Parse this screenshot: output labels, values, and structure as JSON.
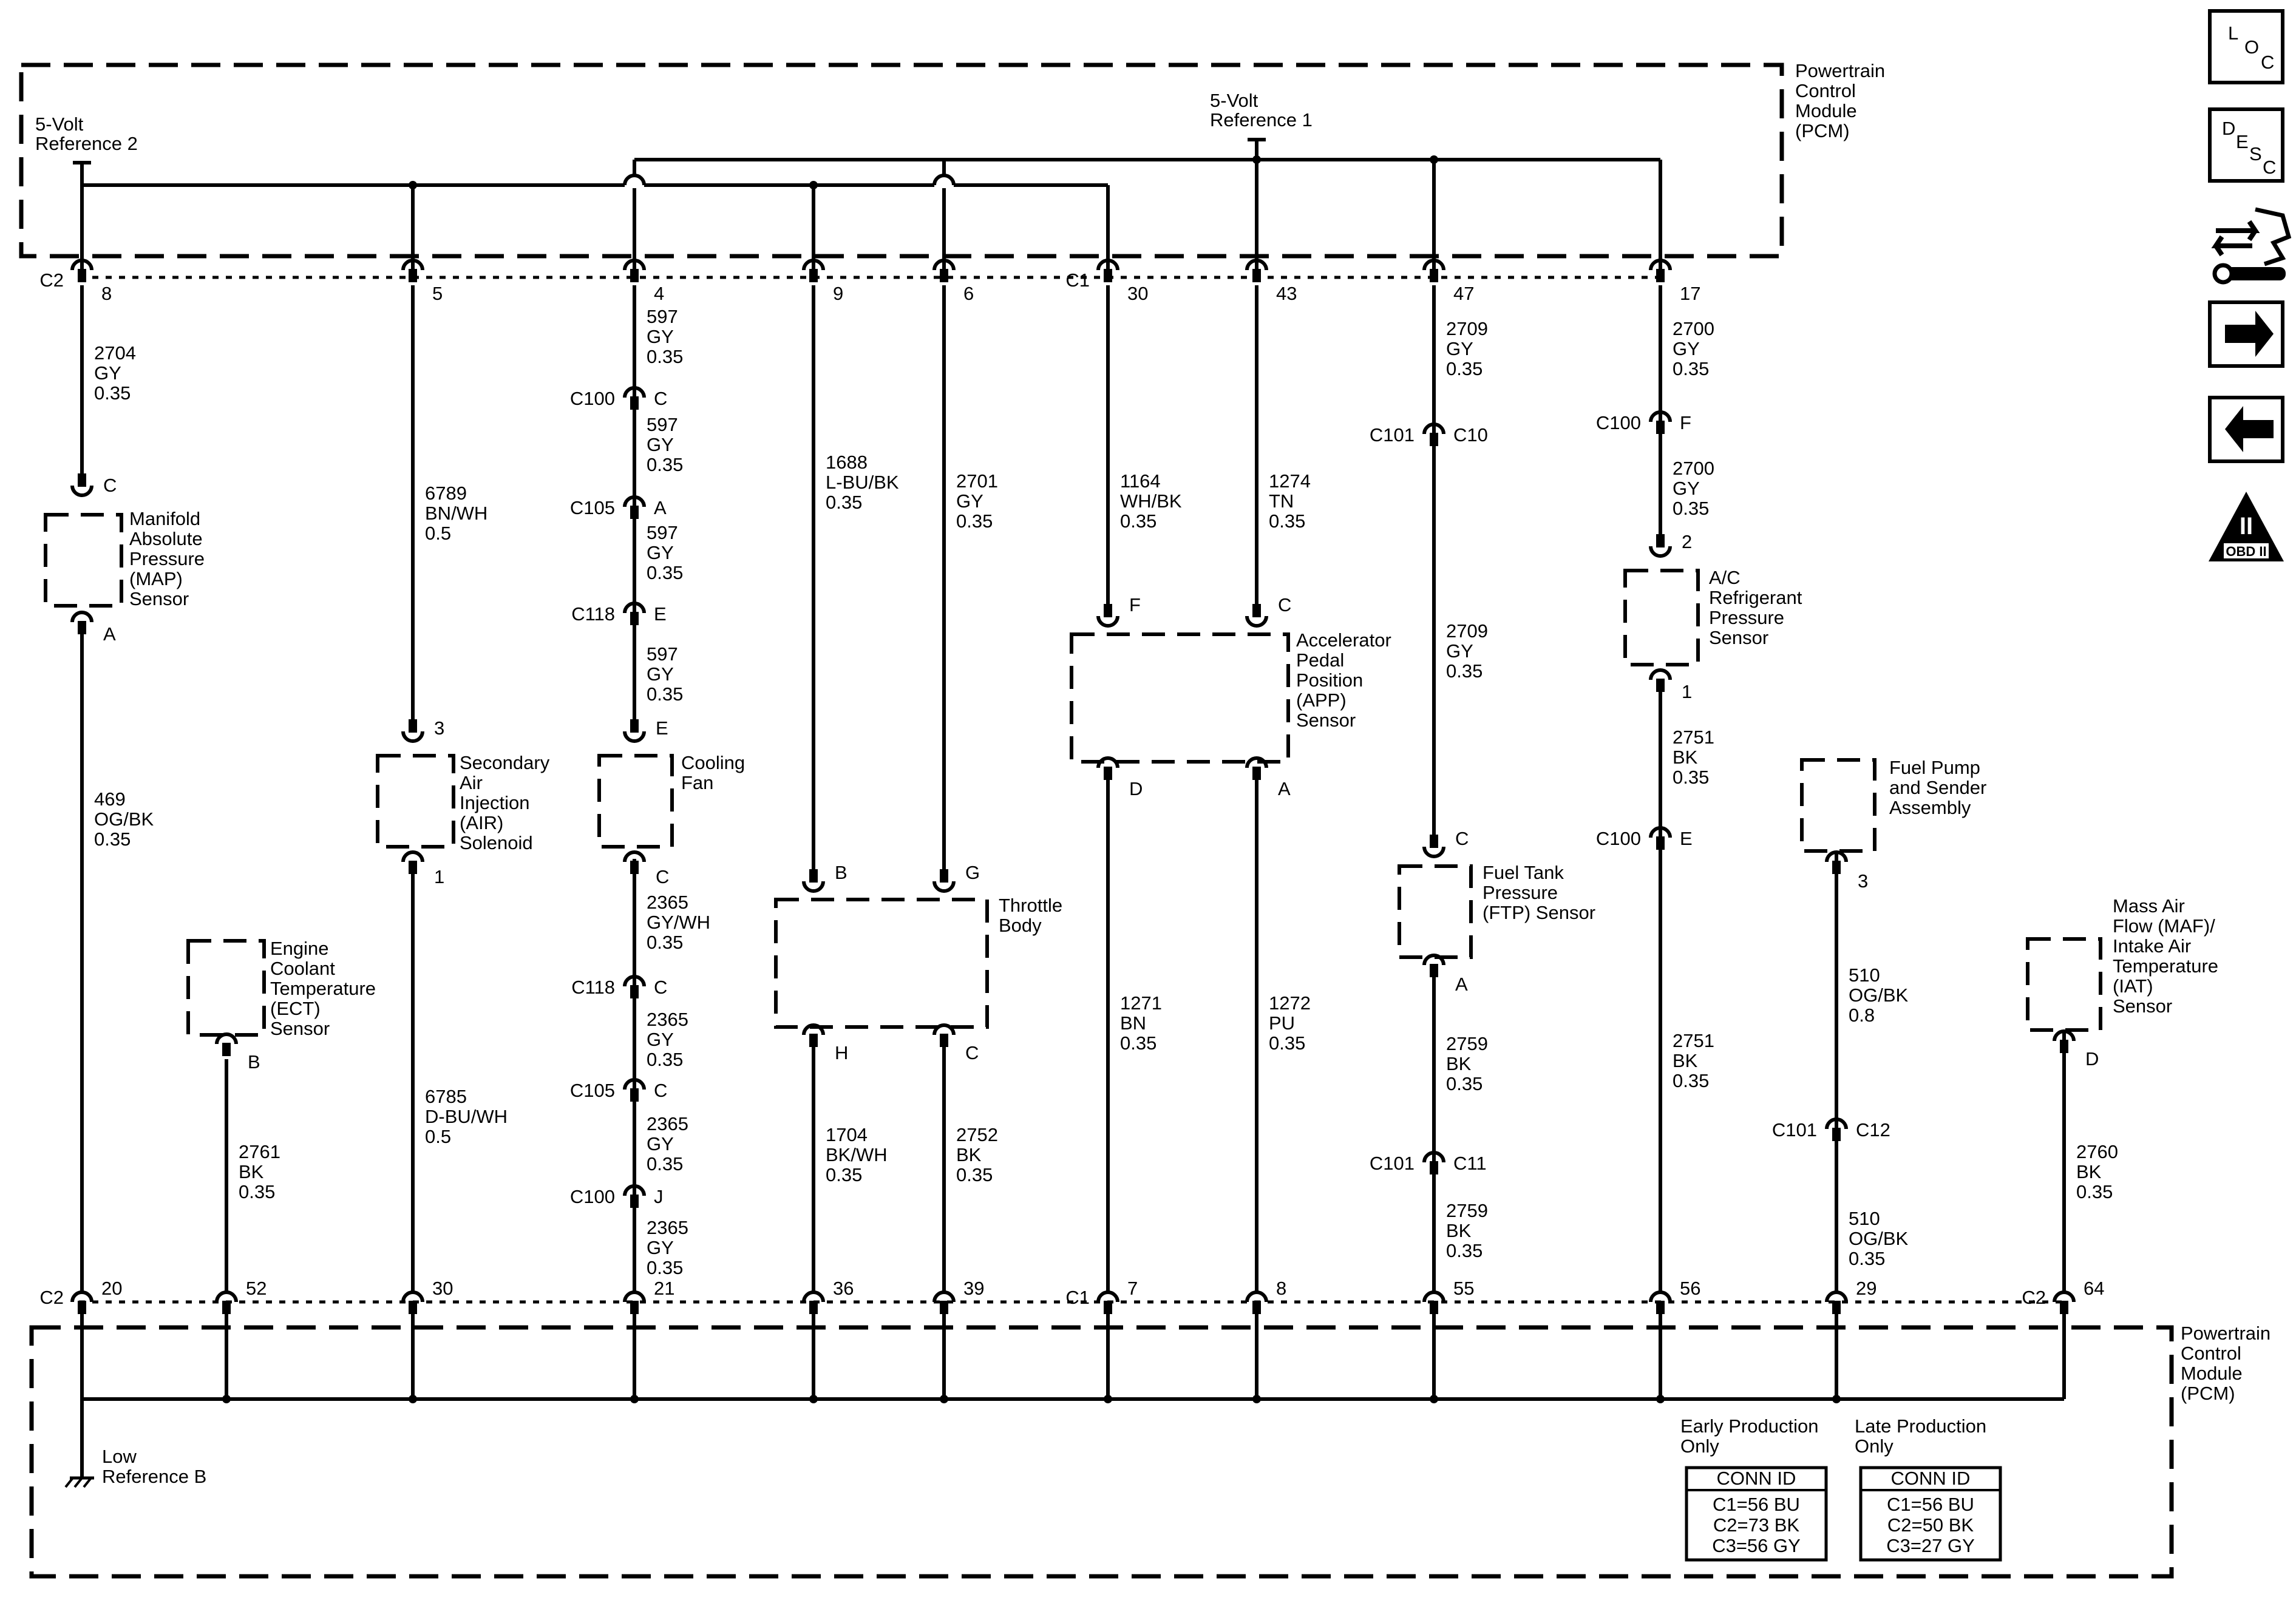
{
  "pcm_top": {
    "name": "Powertrain Control Module (PCM)",
    "lines": [
      "Powertrain",
      "Control",
      "Module",
      "(PCM)"
    ],
    "ref2_lines": [
      "5-Volt",
      "Reference 2"
    ],
    "ref1_lines": [
      "5-Volt",
      "Reference 1"
    ]
  },
  "pcm_bottom": {
    "lines": [
      "Powertrain",
      "Control",
      "Module",
      "(PCM)"
    ],
    "low_ref_lines": [
      "Low",
      "Reference B"
    ]
  },
  "top_pins": [
    {
      "conn": "C2",
      "pin": "8"
    },
    {
      "conn": "",
      "pin": "5"
    },
    {
      "conn": "",
      "pin": "4"
    },
    {
      "conn": "",
      "pin": "9"
    },
    {
      "conn": "",
      "pin": "6"
    },
    {
      "conn": "C1",
      "pin": "30"
    },
    {
      "conn": "",
      "pin": "43"
    },
    {
      "conn": "",
      "pin": "47"
    },
    {
      "conn": "",
      "pin": "17"
    }
  ],
  "bottom_pins": [
    {
      "conn": "C2",
      "pin": "20"
    },
    {
      "conn": "",
      "pin": "52"
    },
    {
      "conn": "",
      "pin": "30"
    },
    {
      "conn": "",
      "pin": "21"
    },
    {
      "conn": "",
      "pin": "36"
    },
    {
      "conn": "",
      "pin": "39"
    },
    {
      "conn": "C1",
      "pin": "7"
    },
    {
      "conn": "",
      "pin": "8"
    },
    {
      "conn": "",
      "pin": "55"
    },
    {
      "conn": "",
      "pin": "56"
    },
    {
      "conn": "",
      "pin": "29"
    },
    {
      "conn": "C2",
      "pin": "64"
    }
  ],
  "components": {
    "map": {
      "lines": [
        "Manifold",
        "Absolute",
        "Pressure",
        "(MAP)",
        "Sensor"
      ],
      "pin_top": "C",
      "pin_bottom": "A"
    },
    "ect": {
      "lines": [
        "Engine",
        "Coolant",
        "Temperature",
        "(ECT)",
        "Sensor"
      ],
      "pin_bottom": "B"
    },
    "air": {
      "lines": [
        "Secondary",
        "Air",
        "Injection",
        "(AIR)",
        "Solenoid"
      ],
      "pin_top": "3",
      "pin_bottom": "1"
    },
    "fan": {
      "lines": [
        "Cooling",
        "Fan"
      ],
      "pin_top": "E",
      "pin_bottom": "C"
    },
    "throttle": {
      "lines": [
        "Throttle",
        "Body"
      ],
      "pins_top": [
        "B",
        "G"
      ],
      "pins_bottom": [
        "H",
        "C"
      ]
    },
    "app": {
      "lines": [
        "Accelerator",
        "Pedal",
        "Position",
        "(APP)",
        "Sensor"
      ],
      "pins_top": [
        "F",
        "C"
      ],
      "pins_bottom": [
        "D",
        "A"
      ]
    },
    "ftp": {
      "lines": [
        "Fuel Tank",
        "Pressure",
        "(FTP) Sensor"
      ],
      "pin_top": "C",
      "pin_bottom": "A"
    },
    "ac": {
      "lines": [
        "A/C",
        "Refrigerant",
        "Pressure",
        "Sensor"
      ],
      "pin_top": "2",
      "pin_bottom": "1"
    },
    "fuelpump": {
      "lines": [
        "Fuel Pump",
        "and Sender",
        "Assembly"
      ],
      "pin_bottom": "3"
    },
    "maf": {
      "lines": [
        "Mass Air",
        "Flow (MAF)/",
        "Intake Air",
        "Temperature",
        "(IAT)",
        "Sensor"
      ],
      "pin_bottom": "D"
    }
  },
  "inline_connectors": [
    {
      "id": "c100_597",
      "name": "C100",
      "pin": "C"
    },
    {
      "id": "c105_597",
      "name": "C105",
      "pin": "A"
    },
    {
      "id": "c118_597",
      "name": "C118",
      "pin": "E"
    },
    {
      "id": "c118_2365",
      "name": "C118",
      "pin": "C"
    },
    {
      "id": "c105_2365",
      "name": "C105",
      "pin": "C"
    },
    {
      "id": "c100_2365",
      "name": "C100",
      "pin": "J"
    },
    {
      "id": "c101_2709",
      "name": "C101",
      "pin": "C10"
    },
    {
      "id": "c100_2700",
      "name": "C100",
      "pin": "F"
    },
    {
      "id": "c101_2759",
      "name": "C101",
      "pin": "C11"
    },
    {
      "id": "c100_2751",
      "name": "C100",
      "pin": "E"
    },
    {
      "id": "c101_510",
      "name": "C101",
      "pin": "C12"
    }
  ],
  "wires": [
    {
      "id": "w2704",
      "lines": [
        "2704",
        "GY",
        "0.35"
      ]
    },
    {
      "id": "w469",
      "lines": [
        "469",
        "OG/BK",
        "0.35"
      ]
    },
    {
      "id": "w2761",
      "lines": [
        "2761",
        "BK",
        "0.35"
      ]
    },
    {
      "id": "w6789",
      "lines": [
        "6789",
        "BN/WH",
        "0.5"
      ]
    },
    {
      "id": "w6785",
      "lines": [
        "6785",
        "D-BU/WH",
        "0.5"
      ]
    },
    {
      "id": "w597a",
      "lines": [
        "597",
        "GY",
        "0.35"
      ]
    },
    {
      "id": "w597b",
      "lines": [
        "597",
        "GY",
        "0.35"
      ]
    },
    {
      "id": "w597c",
      "lines": [
        "597",
        "GY",
        "0.35"
      ]
    },
    {
      "id": "w597d",
      "lines": [
        "597",
        "GY",
        "0.35"
      ]
    },
    {
      "id": "w2365a",
      "lines": [
        "2365",
        "GY/WH",
        "0.35"
      ]
    },
    {
      "id": "w2365b",
      "lines": [
        "2365",
        "GY",
        "0.35"
      ]
    },
    {
      "id": "w2365c",
      "lines": [
        "2365",
        "GY",
        "0.35"
      ]
    },
    {
      "id": "w2365d",
      "lines": [
        "2365",
        "GY",
        "0.35"
      ]
    },
    {
      "id": "w1688",
      "lines": [
        "1688",
        "L-BU/BK",
        "0.35"
      ]
    },
    {
      "id": "w1704",
      "lines": [
        "1704",
        "BK/WH",
        "0.35"
      ]
    },
    {
      "id": "w2701",
      "lines": [
        "2701",
        "GY",
        "0.35"
      ]
    },
    {
      "id": "w2752",
      "lines": [
        "2752",
        "BK",
        "0.35"
      ]
    },
    {
      "id": "w1164",
      "lines": [
        "1164",
        "WH/BK",
        "0.35"
      ]
    },
    {
      "id": "w1271",
      "lines": [
        "1271",
        "BN",
        "0.35"
      ]
    },
    {
      "id": "w1274",
      "lines": [
        "1274",
        "TN",
        "0.35"
      ]
    },
    {
      "id": "w1272",
      "lines": [
        "1272",
        "PU",
        "0.35"
      ]
    },
    {
      "id": "w2709a",
      "lines": [
        "2709",
        "GY",
        "0.35"
      ]
    },
    {
      "id": "w2709b",
      "lines": [
        "2709",
        "GY",
        "0.35"
      ]
    },
    {
      "id": "w2759a",
      "lines": [
        "2759",
        "BK",
        "0.35"
      ]
    },
    {
      "id": "w2759b",
      "lines": [
        "2759",
        "BK",
        "0.35"
      ]
    },
    {
      "id": "w2700a",
      "lines": [
        "2700",
        "GY",
        "0.35"
      ]
    },
    {
      "id": "w2700b",
      "lines": [
        "2700",
        "GY",
        "0.35"
      ]
    },
    {
      "id": "w2751a",
      "lines": [
        "2751",
        "BK",
        "0.35"
      ]
    },
    {
      "id": "w2751b",
      "lines": [
        "2751",
        "BK",
        "0.35"
      ]
    },
    {
      "id": "w510a",
      "lines": [
        "510",
        "OG/BK",
        "0.8"
      ]
    },
    {
      "id": "w510b",
      "lines": [
        "510",
        "OG/BK",
        "0.35"
      ]
    },
    {
      "id": "w2760",
      "lines": [
        "2760",
        "BK",
        "0.35"
      ]
    }
  ],
  "production": {
    "early": {
      "title_lines": [
        "Early Production",
        "Only"
      ],
      "header": "CONN ID",
      "rows": [
        "C1=56 BU",
        "C2=73 BK",
        "C3=56 GY"
      ]
    },
    "late": {
      "title_lines": [
        "Late Production",
        "Only"
      ],
      "header": "CONN ID",
      "rows": [
        "C1=56 BU",
        "C2=50 BK",
        "C3=27 GY"
      ]
    }
  },
  "nav_icons": [
    {
      "name": "loc-icon",
      "text": [
        "L",
        "O",
        "C"
      ]
    },
    {
      "name": "desc-icon",
      "text": [
        "D",
        "E",
        "S",
        "C"
      ]
    },
    {
      "name": "connector-tool-icon"
    },
    {
      "name": "arrow-right-icon"
    },
    {
      "name": "arrow-left-icon"
    },
    {
      "name": "obd-ii-icon",
      "text": [
        "II",
        "OBD II"
      ]
    }
  ]
}
